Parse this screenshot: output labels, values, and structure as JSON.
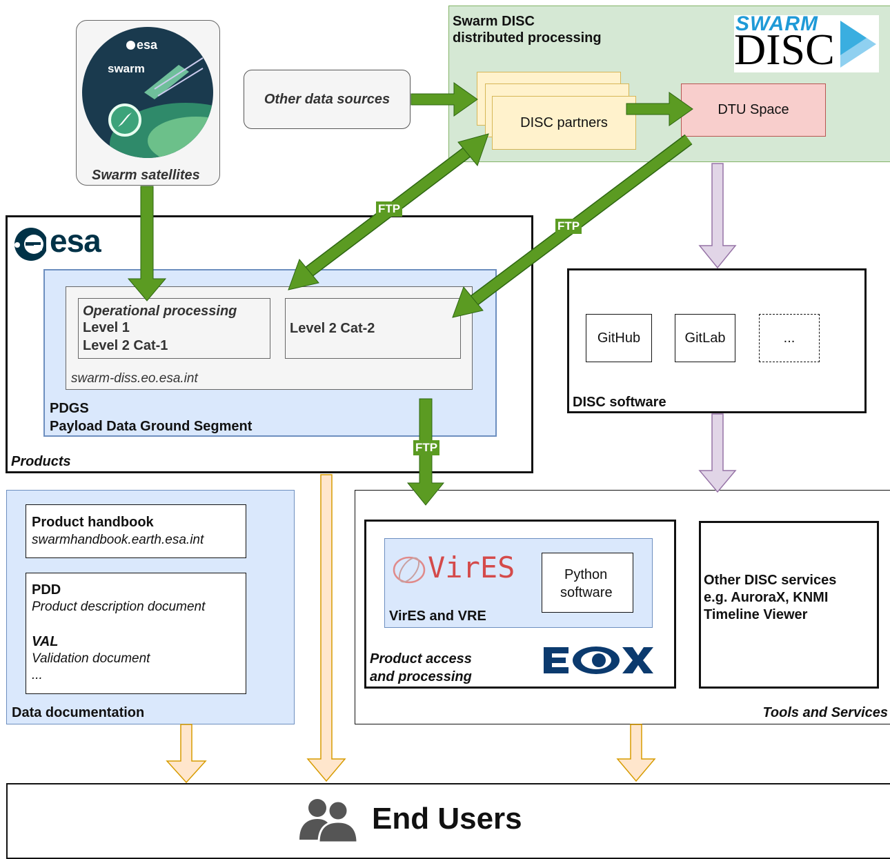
{
  "satellites": {
    "esa_label": "esa",
    "swarm_label": "swarm",
    "caption": "Swarm satellites"
  },
  "other_sources": {
    "label": "Other data sources"
  },
  "disc": {
    "title_line1": "Swarm DISC",
    "title_line2": "distributed processing",
    "logo_swarm": "SWARM",
    "logo_disc": "DISC",
    "partners_label": "DISC partners",
    "dtu_label": "DTU Space"
  },
  "esa_box": {
    "logo_text": "esa",
    "pdgs_line1": "PDGS",
    "pdgs_line2": "Payload Data Ground Segment",
    "products_label": "Products",
    "opproc_title": "Operational processing",
    "opproc_line1": "Level 1",
    "opproc_line2": "Level 2 Cat-1",
    "cat2_label": "Level 2 Cat-2",
    "server_url": "swarm-diss.eo.esa.int"
  },
  "ftp_labels": [
    "FTP",
    "FTP",
    "FTP"
  ],
  "software": {
    "items": [
      "GitHub",
      "GitLab",
      "..."
    ],
    "label": "DISC software"
  },
  "docs": {
    "handbook_title": "Product handbook",
    "handbook_url": "swarmhandbook.earth.esa.int",
    "pdd_title": "PDD",
    "pdd_desc": "Product description document",
    "val_title": "VAL",
    "val_desc": "Validation document",
    "ellipsis": "...",
    "label": "Data documentation"
  },
  "tools": {
    "vires_logo": "VirES",
    "python_line1": "Python",
    "python_line2": "software",
    "vires_label": "VirES and VRE",
    "access_line1": "Product access",
    "access_line2": "and processing",
    "eox_logo": "EOX",
    "other_line1": "Other DISC services",
    "other_line2": "e.g. AuroraX, KNMI",
    "other_line3": "Timeline Viewer",
    "label": "Tools and Services"
  },
  "end_users": {
    "label": "End Users"
  },
  "colors": {
    "green_arrow": "#5b9b22",
    "purple_arrow": "#e1d5e7",
    "orange_arrow": "#ffe6cc",
    "disc_bg": "#d5e8d4",
    "blue_bg": "#dae8fc",
    "partner_bg": "#fff2cc",
    "dtu_bg": "#f8cecc"
  }
}
